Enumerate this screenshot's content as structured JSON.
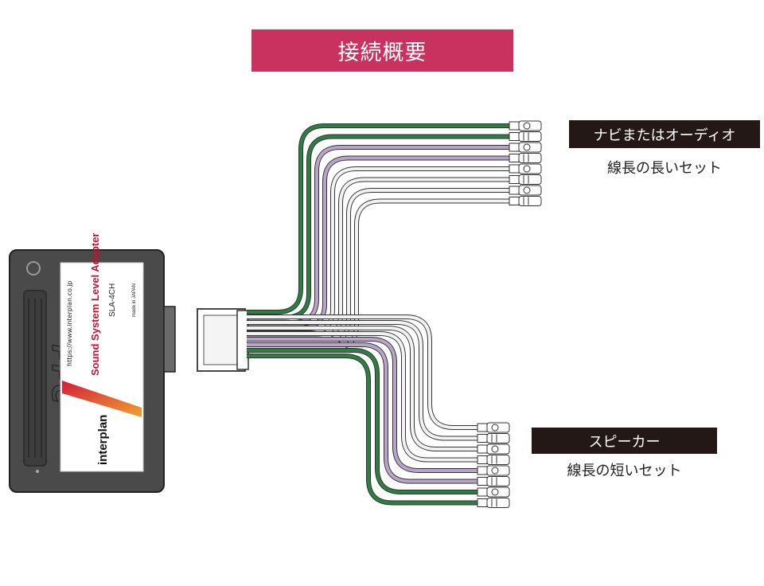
{
  "title": "接続概要",
  "navi": {
    "label": "ナビまたはオーディオ",
    "sub": "線長の長いセット"
  },
  "speaker": {
    "label": "スピーカー",
    "sub": "線長の短いセット"
  },
  "device": {
    "logo": "PPC",
    "url": "https://www.interplan.co.jp",
    "product": "Sound System Level Adapter",
    "model": "SLA-4CH",
    "origin": "made in JAPAN",
    "brand": "interplan"
  },
  "wire_colors": {
    "green": "#2f7c45",
    "purple": "#b8a3c9",
    "white": "#f2f2f2",
    "gray": "#8c8c8c",
    "outline": "#333333"
  },
  "colors": {
    "accent": "#c9325f",
    "label_bg": "#231815",
    "device_body": "#4a4a4a"
  }
}
